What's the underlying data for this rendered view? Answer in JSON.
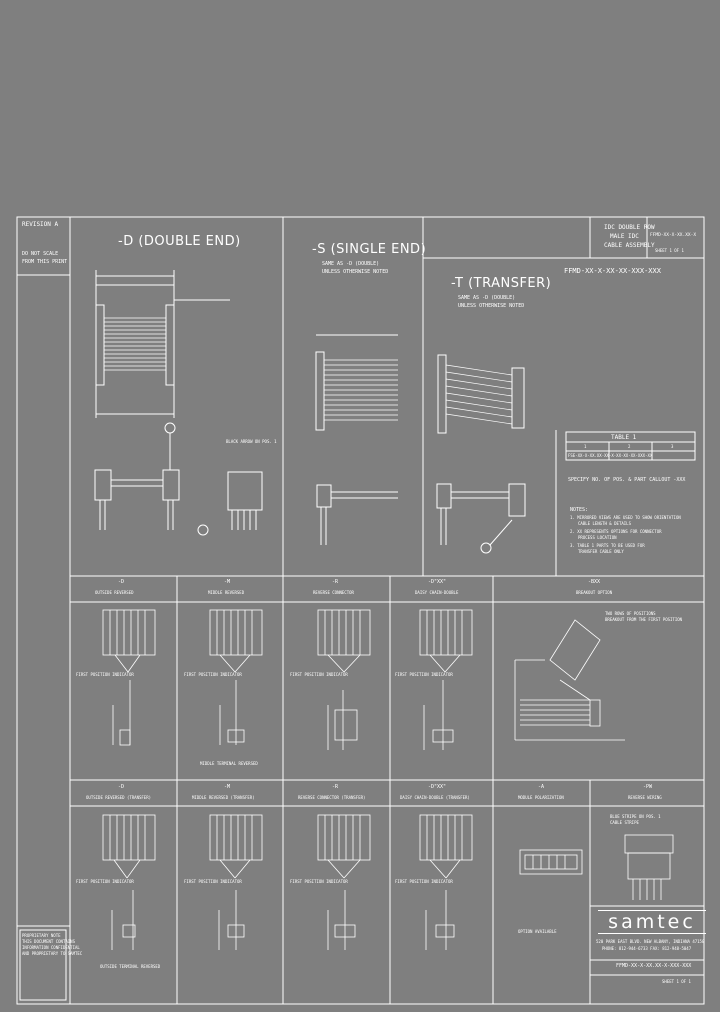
{
  "revision": {
    "label": "REVISION A",
    "note1": "DO NOT SCALE",
    "note2": "FROM THIS PRINT"
  },
  "views": {
    "double_end": "-D (DOUBLE END)",
    "single_end": "-S (SINGLE END)",
    "single_end_sub1": "SAME AS -D (DOUBLE)",
    "single_end_sub2": "UNLESS OTHERWISE NOTED",
    "transfer": "-T (TRANSFER)",
    "transfer_sub1": "SAME AS -D (DOUBLE)",
    "transfer_sub2": "UNLESS OTHERWISE NOTED"
  },
  "title_block": {
    "title_line1": "IDC DOUBLE ROW",
    "title_line2": "MALE IDC",
    "title_line3": "CABLE ASSEMBLY",
    "part_number": "FFMD-XX-X-XX.XX-X",
    "sheet": "SHEET 1 OF 1"
  },
  "part_code": {
    "code": "FFMD-XX-X-XX-XX-XXX-XXX",
    "table_header": "TABLE 1",
    "table_cols": [
      "1",
      "2",
      "3"
    ],
    "table_row": "FSE-XX-X-XX.XX-XX-X-XX-XX-XX-XXX-XX"
  },
  "notes": {
    "specify": "SPECIFY NO. OF POS. & PART CALLOUT  -XXX",
    "header": "NOTES:",
    "n1": "1. MIRRORED VIEWS ARE USED TO SHOW ORIENTATION",
    "n1b": "CABLE LENGTH & DETAILS",
    "n2": "2. XX REPRESENTS OPTIONS FOR CONNECTOR",
    "n2b": "PROCESS LOCATION",
    "n3": "3. TABLE 1 PARTS TO BE USED FOR",
    "n3b": "TRANSFER CABLE ONLY"
  },
  "row1_sections": [
    {
      "code": "-D",
      "label": "OUTSIDE REVERSED"
    },
    {
      "code": "-M",
      "label": "MIDDLE REVERSED"
    },
    {
      "code": "-R",
      "label": "REVERSE CONNECTOR"
    },
    {
      "code": "-D\"XX\"",
      "label": "DAISY CHAIN-DOUBLE"
    },
    {
      "code": "-BXX",
      "label": "BREAKOUT OPTION"
    }
  ],
  "row2_sections": [
    {
      "code": "-D",
      "label": "OUTSIDE REVERSED (TRANSFER)"
    },
    {
      "code": "-M",
      "label": "MIDDLE REVERSED (TRANSFER)"
    },
    {
      "code": "-R",
      "label": "REVERSE CONNECTOR (TRANSFER)"
    },
    {
      "code": "-D\"XX\"",
      "label": "DAISY CHAIN-DOUBLE (TRANSFER)"
    },
    {
      "code": "-A",
      "label": "MODULE POLARIZATION"
    },
    {
      "code": "-PW",
      "label": "REVERSE WIRING"
    }
  ],
  "callouts": {
    "first_position": "FIRST POSITION INDICATOR",
    "pol_note": "BLACK ARROW ON POS. 1",
    "middle_note": "MIDDLE TERMINAL REVERSED",
    "outside_note": "OUTSIDE TERMINAL REVERSED",
    "breakout_note": "TWO ROWS OF POSITIONS",
    "breakout_note2": "BREAKOUT FROM THE FIRST POSITION",
    "module_note": "OPTION AVAILABLE",
    "pw_note": "BLUE STRIPE ON POS. 1",
    "pw_note2": "CABLE STRIPE"
  },
  "bottom_right": {
    "logo": "samtec",
    "addr1": "520 PARK EAST BLVD. NEW ALBANY, INDIANA 47150",
    "addr2": "PHONE: 812-944-6733  FAX: 812-948-5047",
    "doc_line": "FFMD-XX-X-XX.XX-X-XXX-XXX",
    "sheet_line": "SHEET 1 OF 1"
  },
  "stamp": {
    "line1": "PROPRIETARY NOTE",
    "line2": "THIS DOCUMENT CONTAINS",
    "line3": "INFORMATION CONFIDENTIAL",
    "line4": "AND PROPRIETARY TO SAMTEC"
  }
}
